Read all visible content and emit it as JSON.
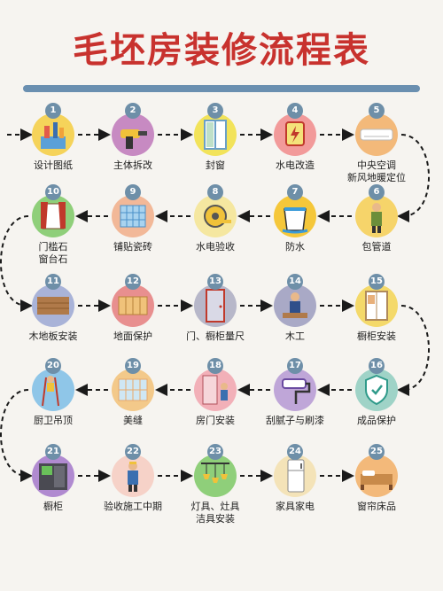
{
  "title": "毛坯房装修流程表",
  "colors": {
    "title": "#c8322e",
    "bar": "#6a8fb0",
    "arrow": "#1a1a1a"
  },
  "steps": [
    {
      "num": "1",
      "label": "设计图纸",
      "icon": "design-drawing-icon",
      "circle": "#f5d35a",
      "badge": "#6e8fa8"
    },
    {
      "num": "2",
      "label": "主体拆改",
      "icon": "drill-icon",
      "circle": "#c78ac2",
      "badge": "#6e8fa8"
    },
    {
      "num": "3",
      "label": "封窗",
      "icon": "window-icon",
      "circle": "#f2e35a",
      "badge": "#6e8fa8"
    },
    {
      "num": "4",
      "label": "水电改造",
      "icon": "electric-icon",
      "circle": "#f29a9a",
      "badge": "#6e8fa8"
    },
    {
      "num": "5",
      "label": "中央空调\n新风地暖定位",
      "icon": "air-conditioner-icon",
      "circle": "#f3b97a",
      "badge": "#6e8fa8"
    },
    {
      "num": "6",
      "label": "包管道",
      "icon": "worker-icon",
      "circle": "#f6d46a",
      "badge": "#6e8fa8"
    },
    {
      "num": "7",
      "label": "防水",
      "icon": "waterproof-bucket-icon",
      "circle": "#f5c73a",
      "badge": "#6e8fa8"
    },
    {
      "num": "8",
      "label": "水电验收",
      "icon": "tape-measure-icon",
      "circle": "#f5e7a0",
      "badge": "#6e8fa8"
    },
    {
      "num": "9",
      "label": "铺贴瓷砖",
      "icon": "tile-icon",
      "circle": "#f2b898",
      "badge": "#6e8fa8"
    },
    {
      "num": "10",
      "label": "门槛石\n窗台石",
      "icon": "curtain-window-icon",
      "circle": "#8fcf7a",
      "badge": "#6e8fa8"
    },
    {
      "num": "11",
      "label": "木地板安装",
      "icon": "wood-floor-icon",
      "circle": "#a9b3d8",
      "badge": "#6e8fa8"
    },
    {
      "num": "12",
      "label": "地面保护",
      "icon": "floor-protection-icon",
      "circle": "#e88f8f",
      "badge": "#6e8fa8"
    },
    {
      "num": "13",
      "label": "门、橱柜量尺",
      "icon": "door-icon",
      "circle": "#b7b7c9",
      "badge": "#6e8fa8"
    },
    {
      "num": "14",
      "label": "木工",
      "icon": "carpenter-icon",
      "circle": "#a9a9c6",
      "badge": "#6e8fa8"
    },
    {
      "num": "15",
      "label": "橱柜安装",
      "icon": "cabinet-icon",
      "circle": "#f4d96a",
      "badge": "#6e8fa8"
    },
    {
      "num": "16",
      "label": "成品保护",
      "icon": "shield-icon",
      "circle": "#9fd3c7",
      "badge": "#6e8fa8"
    },
    {
      "num": "17",
      "label": "刮腻子与刷漆",
      "icon": "paint-roller-icon",
      "circle": "#bfa6d8",
      "badge": "#6e8fa8"
    },
    {
      "num": "18",
      "label": "房门安装",
      "icon": "door-install-icon",
      "circle": "#f2b0b8",
      "badge": "#6e8fa8"
    },
    {
      "num": "19",
      "label": "美缝",
      "icon": "grout-icon",
      "circle": "#f3c98a",
      "badge": "#6e8fa8"
    },
    {
      "num": "20",
      "label": "厨卫吊顶",
      "icon": "ladder-worker-icon",
      "circle": "#8fc6e8",
      "badge": "#6e8fa8"
    },
    {
      "num": "21",
      "label": "橱柜",
      "icon": "kitchen-cabinet-icon",
      "circle": "#b08ad0",
      "badge": "#6e8fa8"
    },
    {
      "num": "22",
      "label": "验收施工中期",
      "icon": "inspector-icon",
      "circle": "#f6d2c8",
      "badge": "#6e8fa8"
    },
    {
      "num": "23",
      "label": "灯具、灶具\n洁具安装",
      "icon": "lamp-icon",
      "circle": "#8fcf7a",
      "badge": "#6e8fa8"
    },
    {
      "num": "24",
      "label": "家具家电",
      "icon": "fridge-icon",
      "circle": "#f4e3b8",
      "badge": "#6e8fa8"
    },
    {
      "num": "25",
      "label": "窗帘床品",
      "icon": "bed-icon",
      "circle": "#f3b97a",
      "badge": "#6e8fa8"
    }
  ]
}
